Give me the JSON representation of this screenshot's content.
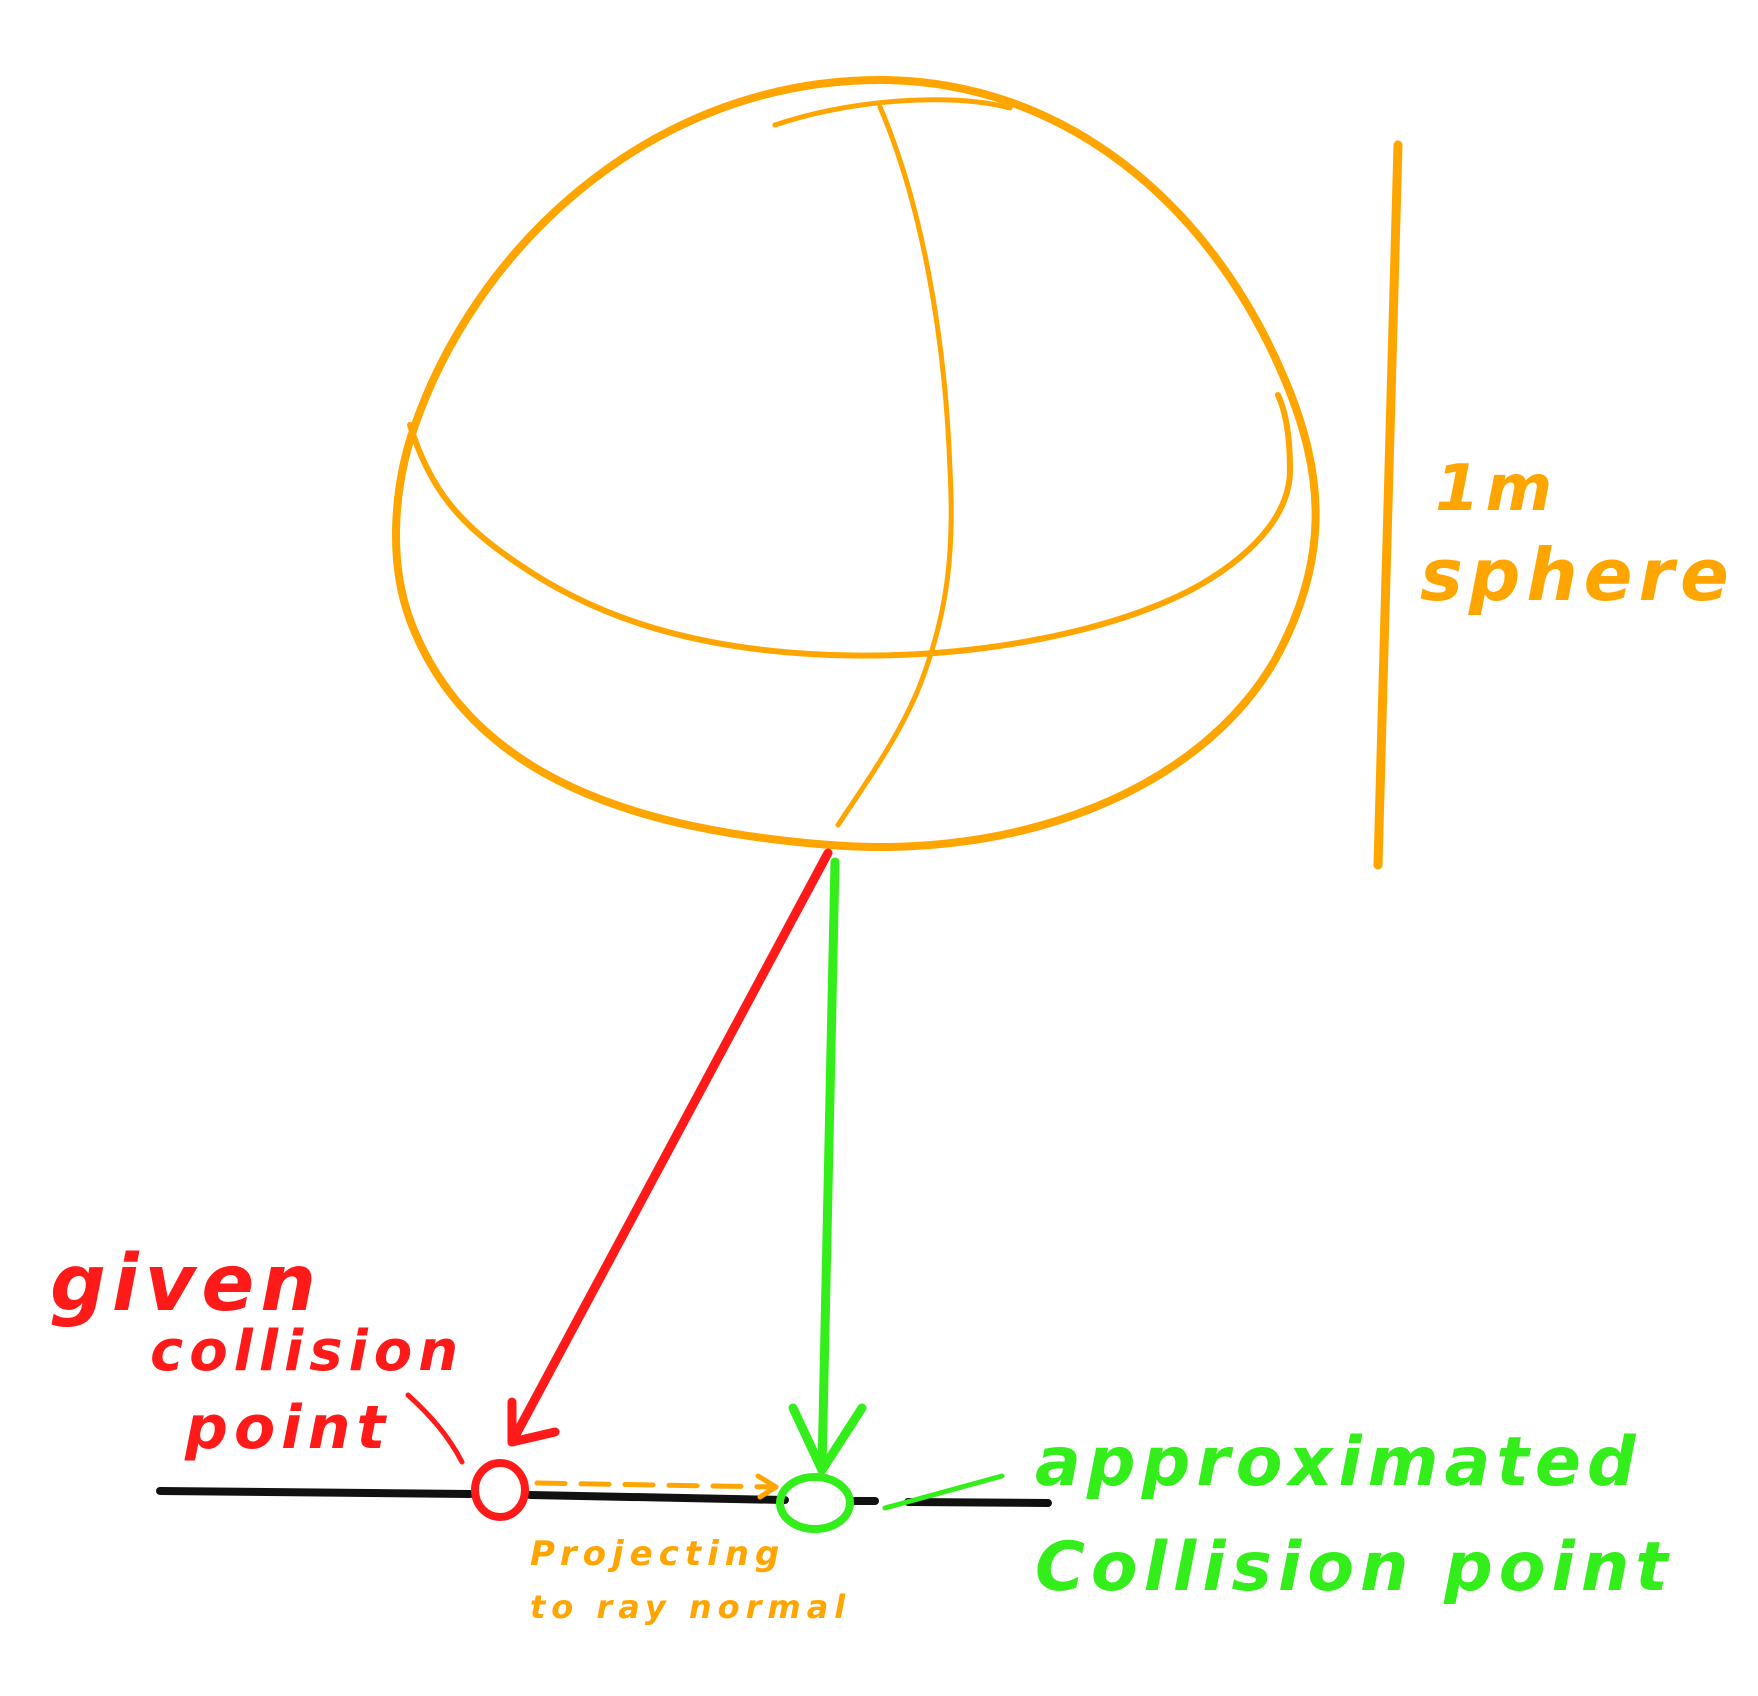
{
  "colors": {
    "orange": "#FFA500",
    "red": "#FF1A1A",
    "green": "#33EE1A",
    "black": "#111111",
    "background": "#FFFFFF"
  },
  "labels": {
    "sphere_size": "1m",
    "sphere_word": "sphere",
    "given_line1": "given",
    "given_line2": "collision",
    "given_line3": "point",
    "approx_line1": "approximated",
    "approx_line2": "Collision point",
    "projecting_line1": "Projecting",
    "projecting_line2": "to ray normal"
  }
}
